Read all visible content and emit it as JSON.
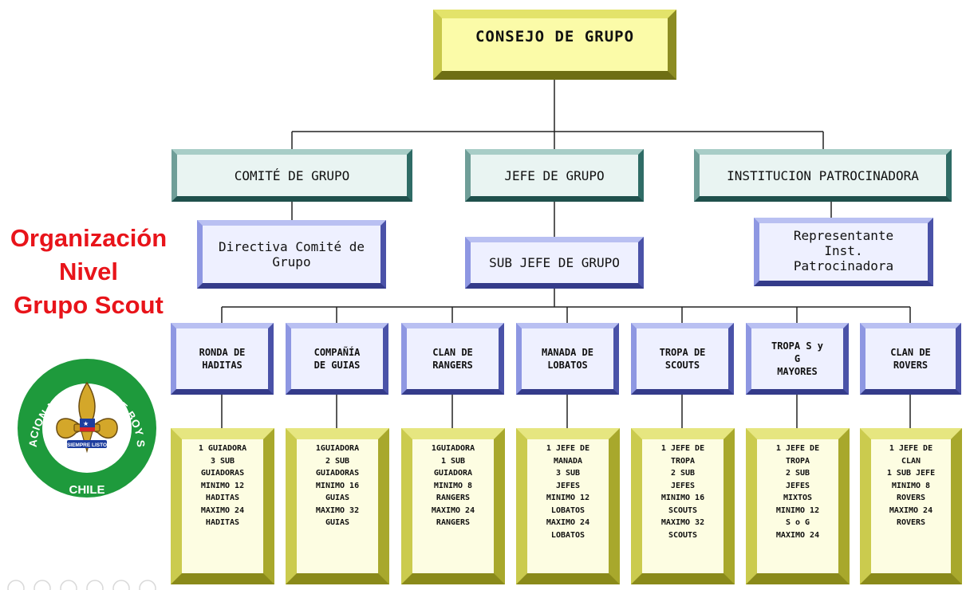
{
  "top": {
    "label": "CONSEJO DE GRUPO"
  },
  "level2": [
    {
      "label": "COMITÉ DE GRUPO"
    },
    {
      "label": "JEFE DE GRUPO"
    },
    {
      "label": "INSTITUCION PATROCINADORA"
    }
  ],
  "level3": [
    {
      "label": "Directiva Comité de\nGrupo"
    },
    {
      "label": "SUB JEFE DE GRUPO"
    },
    {
      "label": "Representante\nInst.\nPatrocinadora"
    }
  ],
  "units": [
    {
      "label": "RONDA DE\nHADITAS",
      "detail": "1 GUIADORA\n3 SUB\nGUIADORAS\nMINIMO 12\nHADITAS\nMAXIMO 24\nHADITAS"
    },
    {
      "label": "COMPAÑÍA\nDE GUIAS",
      "detail": "1GUIADORA\n2 SUB\nGUIADORAS\nMINIMO 16\nGUIAS\nMAXIMO 32\nGUIAS"
    },
    {
      "label": "CLAN DE\nRANGERS",
      "detail": "1GUIADORA\n1 SUB\nGUIADORA\nMINIMO 8\nRANGERS\nMAXIMO 24\nRANGERS"
    },
    {
      "label": "MANADA DE\nLOBATOS",
      "detail": "1 JEFE DE\nMANADA\n3 SUB\nJEFES\nMINIMO 12\nLOBATOS\nMAXIMO 24\nLOBATOS"
    },
    {
      "label": "TROPA DE\nSCOUTS",
      "detail": "1 JEFE DE\nTROPA\n2 SUB\nJEFES\nMINIMO 16\nSCOUTS\nMAXIMO 32\nSCOUTS"
    },
    {
      "label": "TROPA S y\nG\nMAYORES",
      "detail": "1 JEFE DE\nTROPA\n2 SUB\nJEFES\nMIXTOS\nMINIMO 12\nS o G\nMAXIMO 24"
    },
    {
      "label": "CLAN DE\nROVERS",
      "detail": "1 JEFE DE\nCLAN\n1 SUB JEFE\nMINIMO 8\nROVERS\nMAXIMO 24\nROVERS"
    }
  ],
  "side_title": [
    "Organización",
    "Nivel",
    "Grupo Scout"
  ],
  "logo": {
    "ring_text": "AGRUPACION NACIONAL DE BOY SCOUTS",
    "country": "CHILE",
    "motto": "SIEMPRE LISTO"
  },
  "colors": {
    "title_red": "#e8141a",
    "logo_green": "#1e9a3c",
    "gold": "#fbfba8",
    "teal": "#2f6c66",
    "blue": "#4a52a8"
  }
}
